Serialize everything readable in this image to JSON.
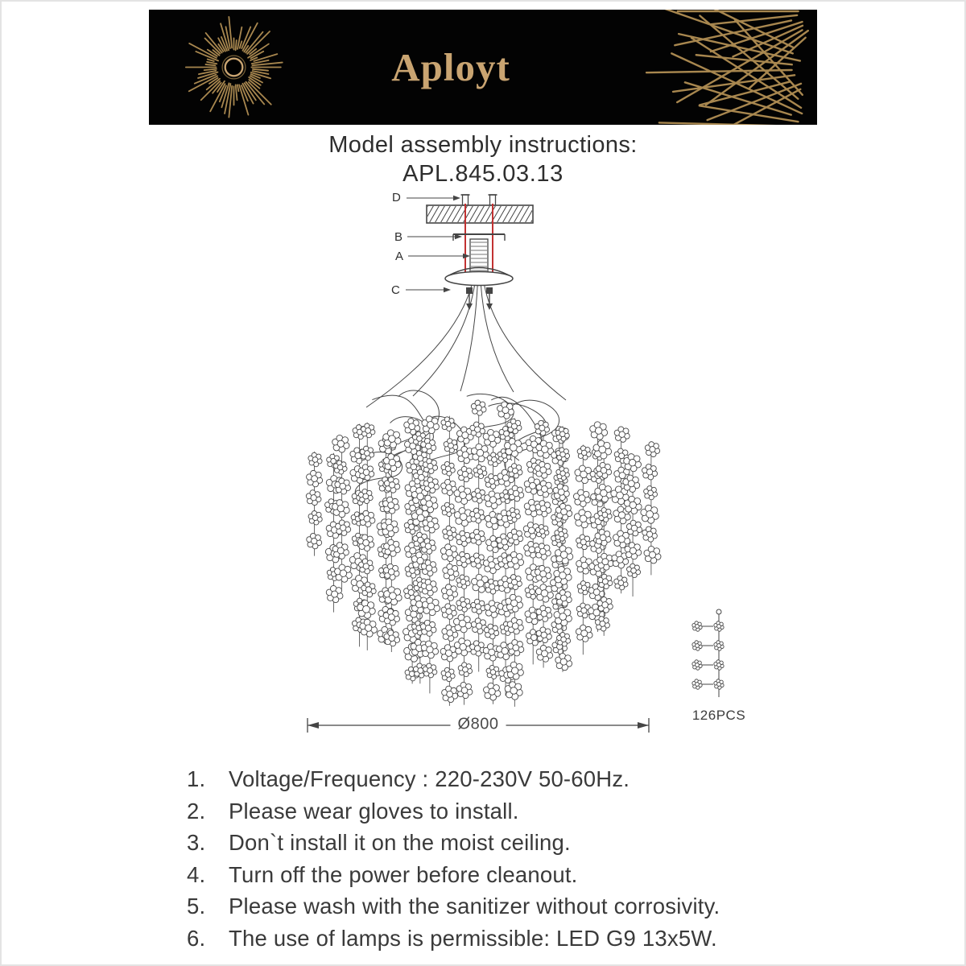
{
  "header": {
    "brand": "Aployt"
  },
  "title": {
    "heading": "Model assembly instructions:",
    "model": "APL.845.03.13"
  },
  "diagram": {
    "part_labels": {
      "d": "D",
      "b": "B",
      "a": "A",
      "c": "C"
    },
    "diameter_label": "Ø800",
    "parts_count_label": "126PCS"
  },
  "instructions": {
    "items": [
      {
        "num": "1.",
        "text": "Voltage/Frequency : 220-230V 50-60Hz."
      },
      {
        "num": "2.",
        "text": "Please wear gloves to install."
      },
      {
        "num": "3.",
        "text": "Don`t install it on the moist ceiling."
      },
      {
        "num": "4.",
        "text": "Turn off the power before cleanout."
      },
      {
        "num": "5.",
        "text": "Please wash with the sanitizer without corrosivity."
      },
      {
        "num": "6.",
        "text": "The use of lamps is permissible: LED G9 13x5W."
      }
    ]
  },
  "colors": {
    "gold": "#a8874f",
    "brand_gold": "#c9a471",
    "line": "#454545",
    "red": "#c23232"
  }
}
